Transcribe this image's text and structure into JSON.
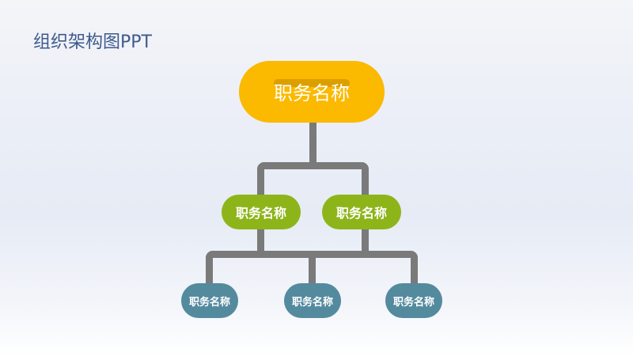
{
  "slide": {
    "title": "组织架构图PPT"
  },
  "org_chart": {
    "colors": {
      "top": "#fbb900",
      "top_bar": "#dc9f00",
      "middle": "#8db51a",
      "bottom": "#548a9e",
      "connector": "#7a7a7a",
      "title": "#3e5a8c"
    },
    "top": {
      "label": "职务名称"
    },
    "middle": [
      {
        "label": "职务名称"
      },
      {
        "label": "职务名称"
      }
    ],
    "bottom": [
      {
        "label": "职务名称"
      },
      {
        "label": "职务名称"
      },
      {
        "label": "职务名称"
      }
    ]
  }
}
